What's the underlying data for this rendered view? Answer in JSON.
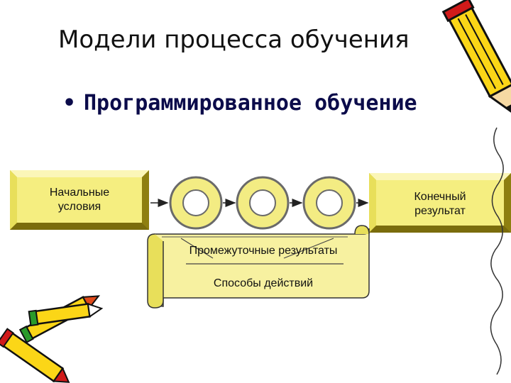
{
  "slide": {
    "title": "Модели процесса обучения",
    "bullet": "Программированное обучение"
  },
  "diagram": {
    "start_box": [
      "Начальные",
      "условия"
    ],
    "end_box": [
      "Конечный",
      "результат"
    ],
    "scroll_line1": "Промежуточные результаты",
    "scroll_line2": "Способы действий"
  },
  "colors": {
    "box_fill": "#f5ee80",
    "box_edge": "#8a7a10",
    "ring_fill": "#f3ec83",
    "accent": "#fbd617"
  },
  "icons": [
    "pencil-icon",
    "crayons-icon",
    "pencils-icon"
  ]
}
